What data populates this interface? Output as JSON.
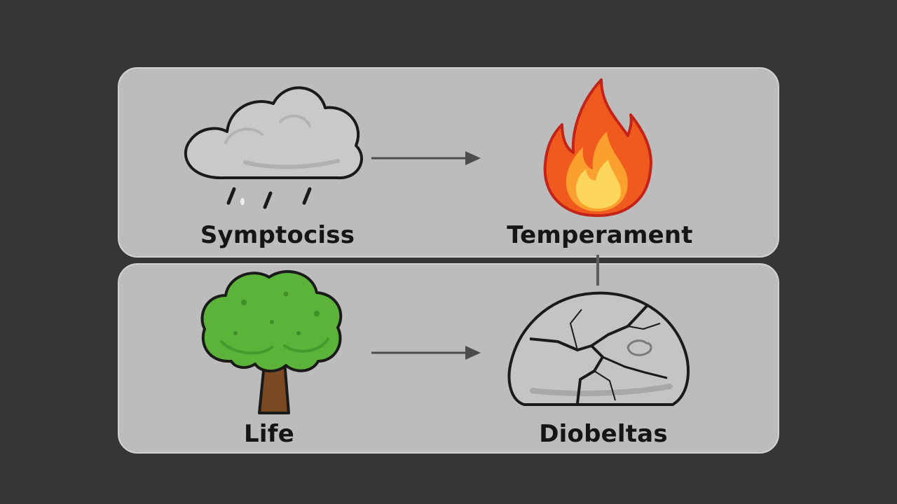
{
  "nodes": {
    "cloud": {
      "label": "Symptociss",
      "icon": "rain-cloud-icon"
    },
    "fire": {
      "label": "Temperament",
      "icon": "flame-icon"
    },
    "tree": {
      "label": "Life",
      "icon": "tree-icon"
    },
    "rock": {
      "label": "Diobeltas",
      "icon": "cracked-rock-icon"
    }
  },
  "colors": {
    "background": "#363636",
    "panel": "#bcbcbc",
    "connector": "#5c5c5c",
    "flame_outer": "#f05a1e",
    "flame_inner": "#fbd65a",
    "tree_foliage": "#5cb33a",
    "tree_trunk": "#7a4a22",
    "rock": "#c4c4c4"
  }
}
